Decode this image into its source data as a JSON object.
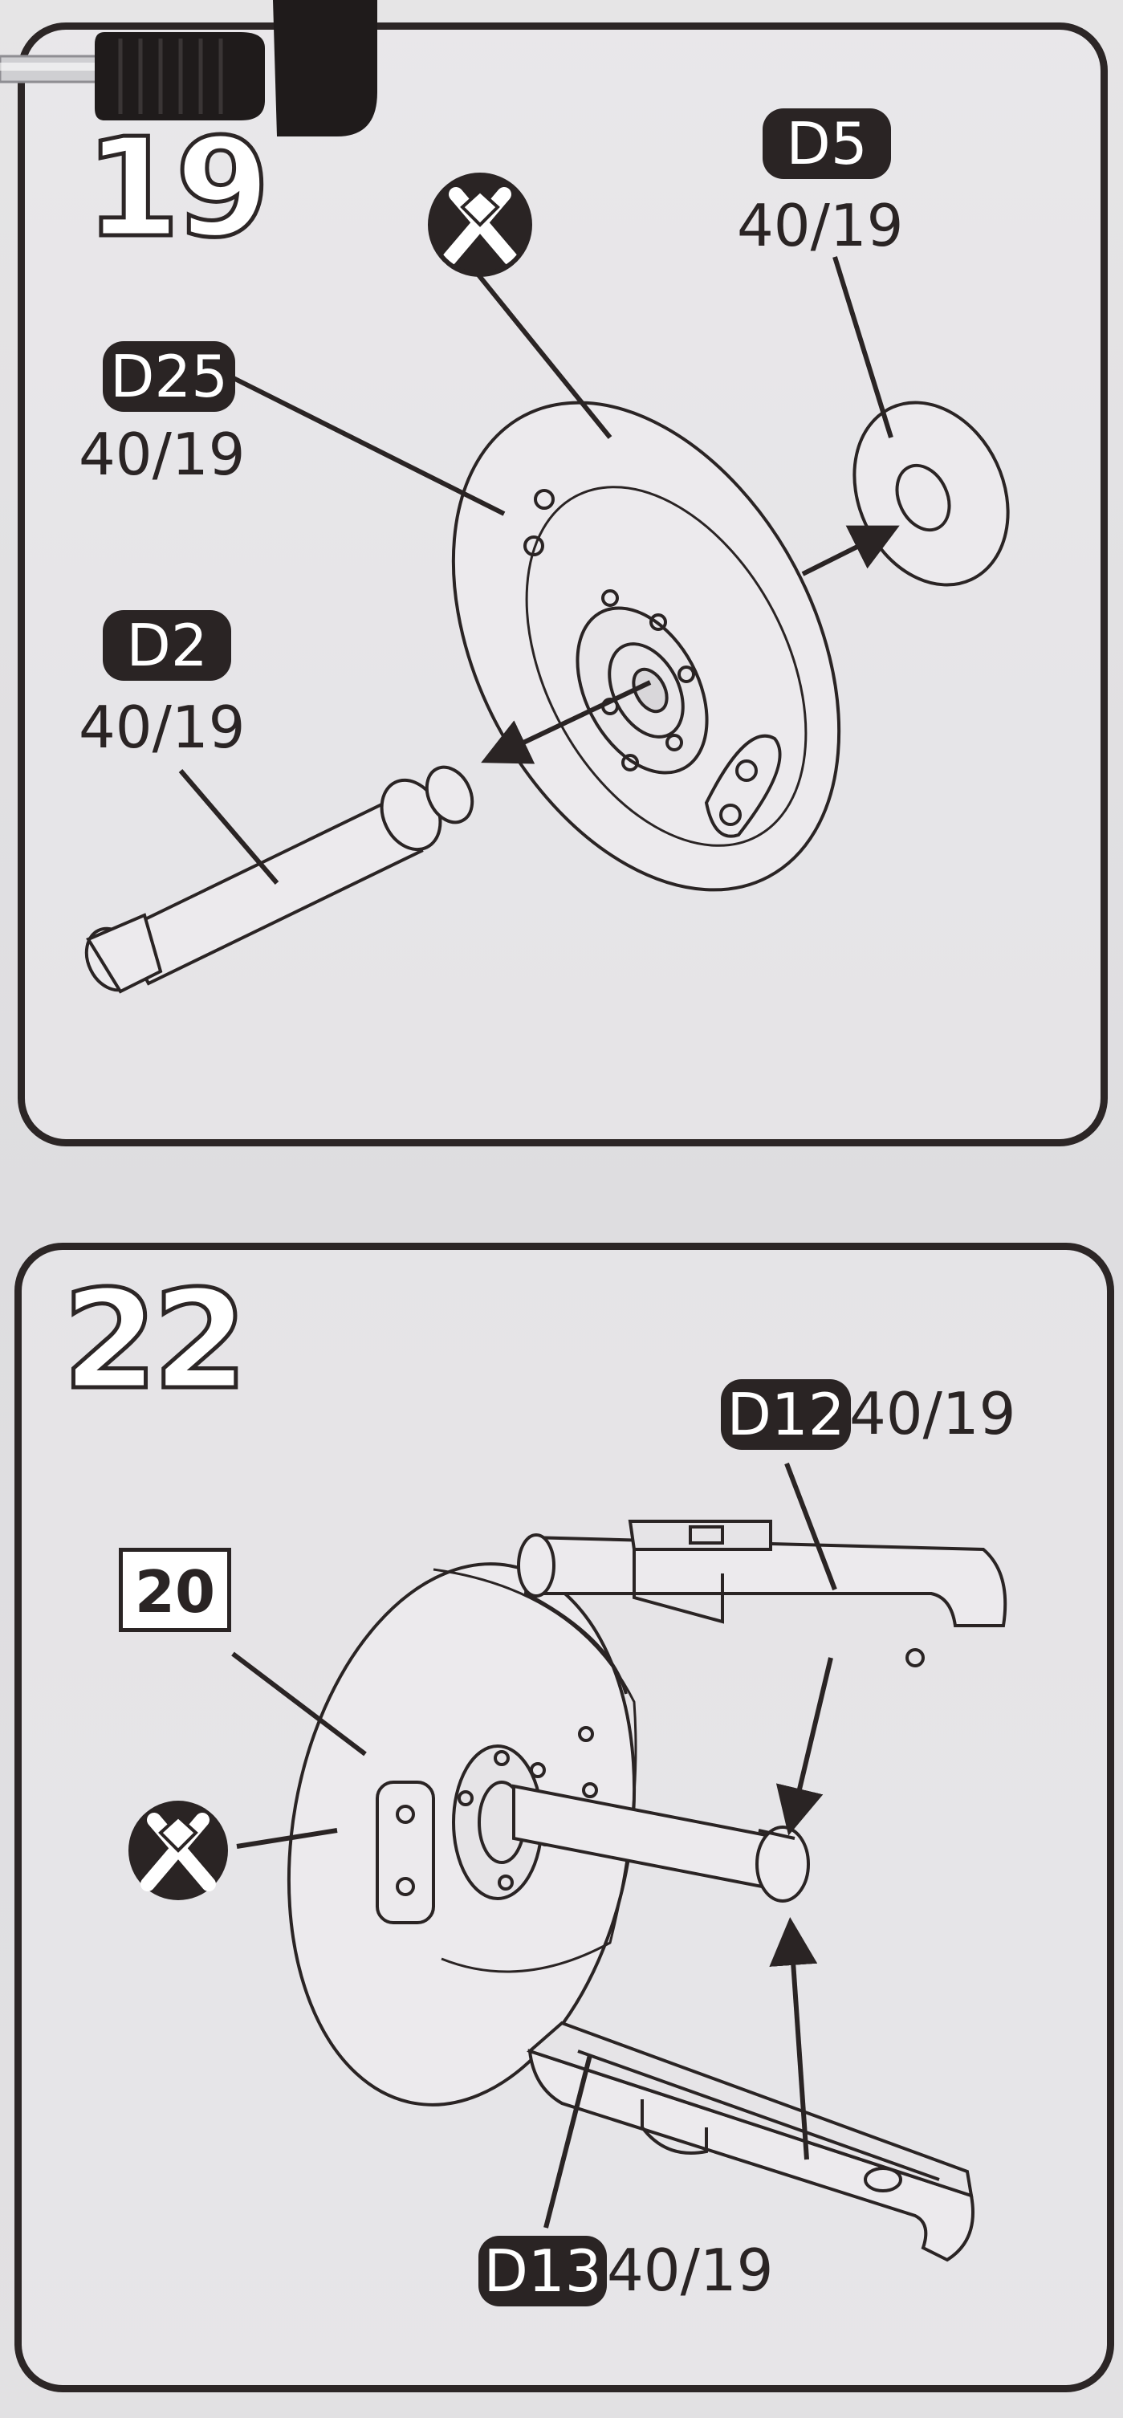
{
  "steps": [
    {
      "number": "19",
      "parts": [
        {
          "id": "D5",
          "ref": "40/19"
        },
        {
          "id": "D25",
          "ref": "40/19"
        },
        {
          "id": "D2",
          "ref": "40/19"
        }
      ]
    },
    {
      "number": "22",
      "ref_step": "20",
      "parts": [
        {
          "id": "D12",
          "ref": "40/19"
        },
        {
          "id": "D13",
          "ref": "40/19"
        }
      ]
    }
  ],
  "icons": {
    "no_glue": "no-glue-icon",
    "wrench": "hex-key-tool",
    "arrow": "insert-arrow"
  },
  "colors": {
    "ink": "#2a2424",
    "paper": "#e3e2e3",
    "tool": "#1f1b1b"
  }
}
